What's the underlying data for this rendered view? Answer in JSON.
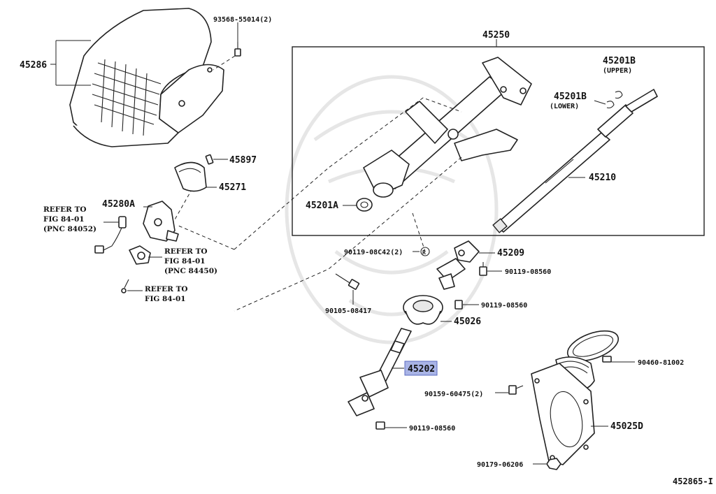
{
  "labels": {
    "p93568": "93568-55014(2)",
    "p45286": "45286",
    "p45250": "45250",
    "p45201b_upper": "45201B",
    "upper": "(UPPER)",
    "p45201b_lower": "45201B",
    "lower": "(LOWER)",
    "p45897": "45897",
    "p45271": "45271",
    "p45280a": "45280A",
    "p45210": "45210",
    "p45201a": "45201A",
    "p45209": "45209",
    "p90119_08c42": "90119-08C42(2)",
    "r_mark": "R",
    "p90119_08560_a": "90119-08560",
    "p90119_08560_b": "90119-08560",
    "p90119_08560_c": "90119-08560",
    "p90105": "90105-08417",
    "p45026": "45026",
    "p45202": "45202",
    "p90460": "90460-81002",
    "p90159": "90159-60475(2)",
    "p45025d": "45025D",
    "p90179": "90179-06206",
    "figure_id": "452865-I"
  },
  "refs": {
    "ref1": [
      "REFER TO",
      "FIG 84-01",
      "(PNC 84052)"
    ],
    "ref2": [
      "REFER TO",
      "FIG 84-01",
      "(PNC 84450)"
    ],
    "ref3": [
      "REFER TO",
      "FIG 84-01"
    ]
  },
  "highlight": {
    "part": "45202",
    "color": "#a9b4e6"
  }
}
